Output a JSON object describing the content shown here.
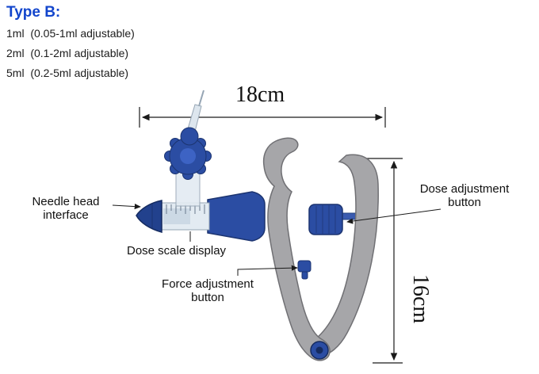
{
  "header": {
    "title": "Type B:",
    "specs": [
      "1ml  (0.05-1ml adjustable)",
      "2ml  (0.1-2ml adjustable)",
      "5ml  (0.2-5ml adjustable)"
    ]
  },
  "dimensions": {
    "width": "18cm",
    "height": "16cm"
  },
  "annotations": {
    "needle_head": "Needle head\ninterface",
    "dose_scale": "Dose scale display",
    "force_adjustment": "Force adjustment\nbutton",
    "dose_adjustment": "Dose adjustment\nbutton"
  },
  "colors": {
    "title_blue": "#1245cc",
    "device_blue": "#2b4da3",
    "device_gray": "#a6a6a9",
    "line_black": "#1a1a1a"
  }
}
